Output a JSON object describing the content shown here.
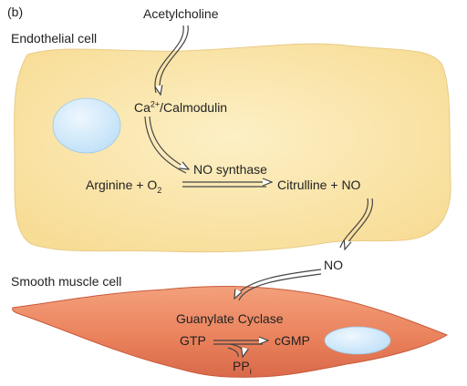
{
  "panel_label": "(b)",
  "top_input": "Acetylcholine",
  "endothelial": {
    "title": "Endothelial cell",
    "ca_base": "Ca",
    "ca_sup": "2+",
    "ca_rest": "/Calmodulin",
    "enzyme": "NO synthase",
    "substrate_a": "Arginine",
    "plus": "+",
    "substrate_b_base": "O",
    "substrate_b_sub": "2",
    "product_a": "Citrulline",
    "product_b": "NO"
  },
  "diffusing_messenger": "NO",
  "smooth_muscle": {
    "title": "Smooth muscle cell",
    "enzyme": "Guanylate Cyclase",
    "reactant": "GTP",
    "product": "cGMP",
    "byproduct_base": "PP",
    "byproduct_sub": "i"
  },
  "colors": {
    "endothelial_fill": "#fbe7b0",
    "smooth_muscle_fill": "#ee8866",
    "nucleus_fill": "#cfe8fb",
    "arrow": "#444444"
  }
}
